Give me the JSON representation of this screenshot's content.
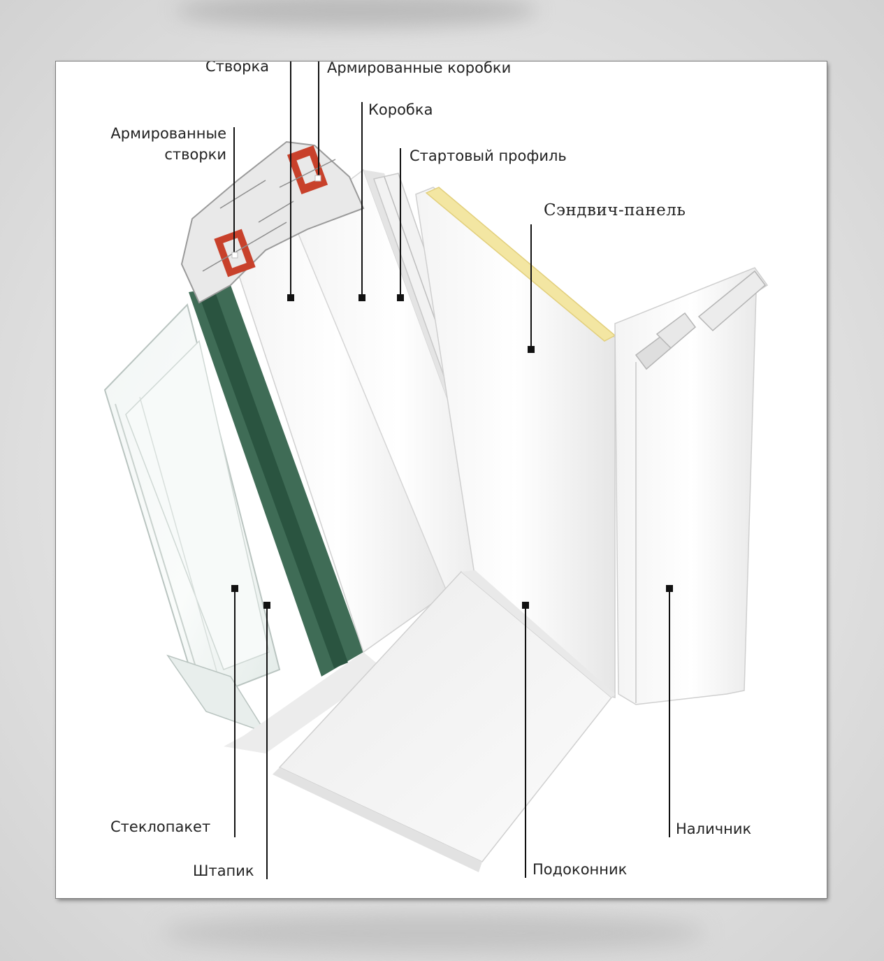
{
  "labels": {
    "stvorka": "Створка",
    "armirovannye_korobki": "Армированные коробки",
    "korobka": "Коробка",
    "armirovannye_stvorki_line1": "Армированные",
    "armirovannye_stvorki_line2": "створки",
    "startovyi_profil": "Стартовый профиль",
    "sendvich_panel": "Сэндвич-панель",
    "steklopaket": "Стеклопакет",
    "shtapik": "Штапик",
    "podokonnik": "Подоконник",
    "nalichnik": "Наличник"
  },
  "colors": {
    "reinforcement": "#c8412b",
    "glazing_bead_green": "#2f5e47",
    "insulation_yellow": "#f3e6a2",
    "leader_line": "#111111"
  }
}
